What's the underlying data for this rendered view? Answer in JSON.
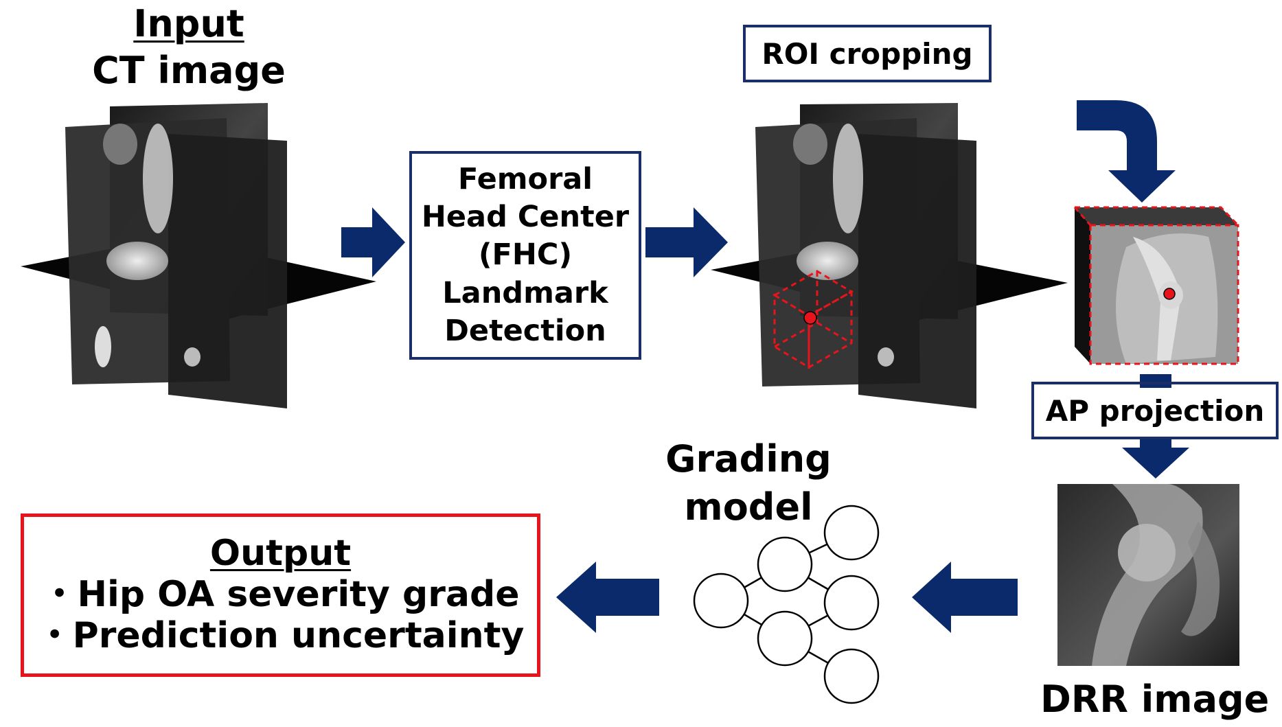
{
  "input": {
    "heading": "Input",
    "subheading": "CT image"
  },
  "fhc_box": {
    "lines": [
      "Femoral",
      "Head Center",
      "(FHC)",
      "Landmark",
      "Detection"
    ]
  },
  "roi_label": "ROI cropping",
  "ap_label": "AP projection",
  "drr_label": "DRR image",
  "grading": {
    "lines": [
      "Grading",
      "model"
    ]
  },
  "output": {
    "heading": "Output",
    "items": [
      "・Hip OA severity grade",
      "・Prediction uncertainty"
    ]
  },
  "colors": {
    "arrow": "#0b2a6b",
    "box_border": "#1b2f66",
    "output_border": "#e8141b",
    "landmark": "#e8141b"
  },
  "icons": [
    "flow-arrow-icon",
    "neural-network-icon",
    "ct-volume-icon",
    "drr-xray-icon"
  ]
}
